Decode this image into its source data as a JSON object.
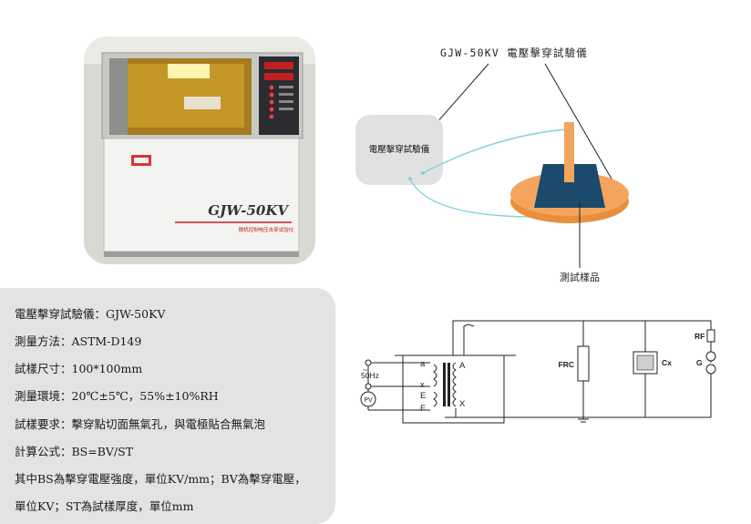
{
  "photo": {
    "model_plate": "GJW-50KV",
    "subtitle": "微机控制电压击穿试验仪"
  },
  "info": {
    "lines": [
      "電壓擊穿試驗儀：GJW-50KV",
      "測量方法：ASTM-D149",
      "試樣尺寸：100*100mm",
      "測量環境：20℃±5℃，55%±10%RH",
      "試樣要求：擊穿點切面無氣孔，與電極貼合無氣泡",
      "計算公式：BS=BV/ST",
      "其中BS為擊穿電壓強度，單位KV/mm；BV為擊穿電壓，",
      "單位KV；ST為試樣厚度，單位mm"
    ]
  },
  "diagram": {
    "top_label": "GJW-50KV 電壓擊穿試驗儀",
    "box_label": "電壓擊穿試驗儀",
    "sample_label": "測試樣品",
    "colors": {
      "box": "#e1e1e1",
      "disc": "#f4a55d",
      "disc_edge": "#e88f3c",
      "sample": "#1b4a6d",
      "electrode": "#f4a55d",
      "wire": "#7fd3d6"
    }
  },
  "circuit": {
    "source_label": "50Hz",
    "meter_label": "PV",
    "tap_a": "a",
    "tap_x_lower": "x",
    "tap_e": "E",
    "tap_f": "F",
    "tap_A": "A",
    "tap_X": "X",
    "frc_label": "FRC",
    "cx_label": "Cx",
    "rf_label": "RF",
    "g_label": "G"
  }
}
